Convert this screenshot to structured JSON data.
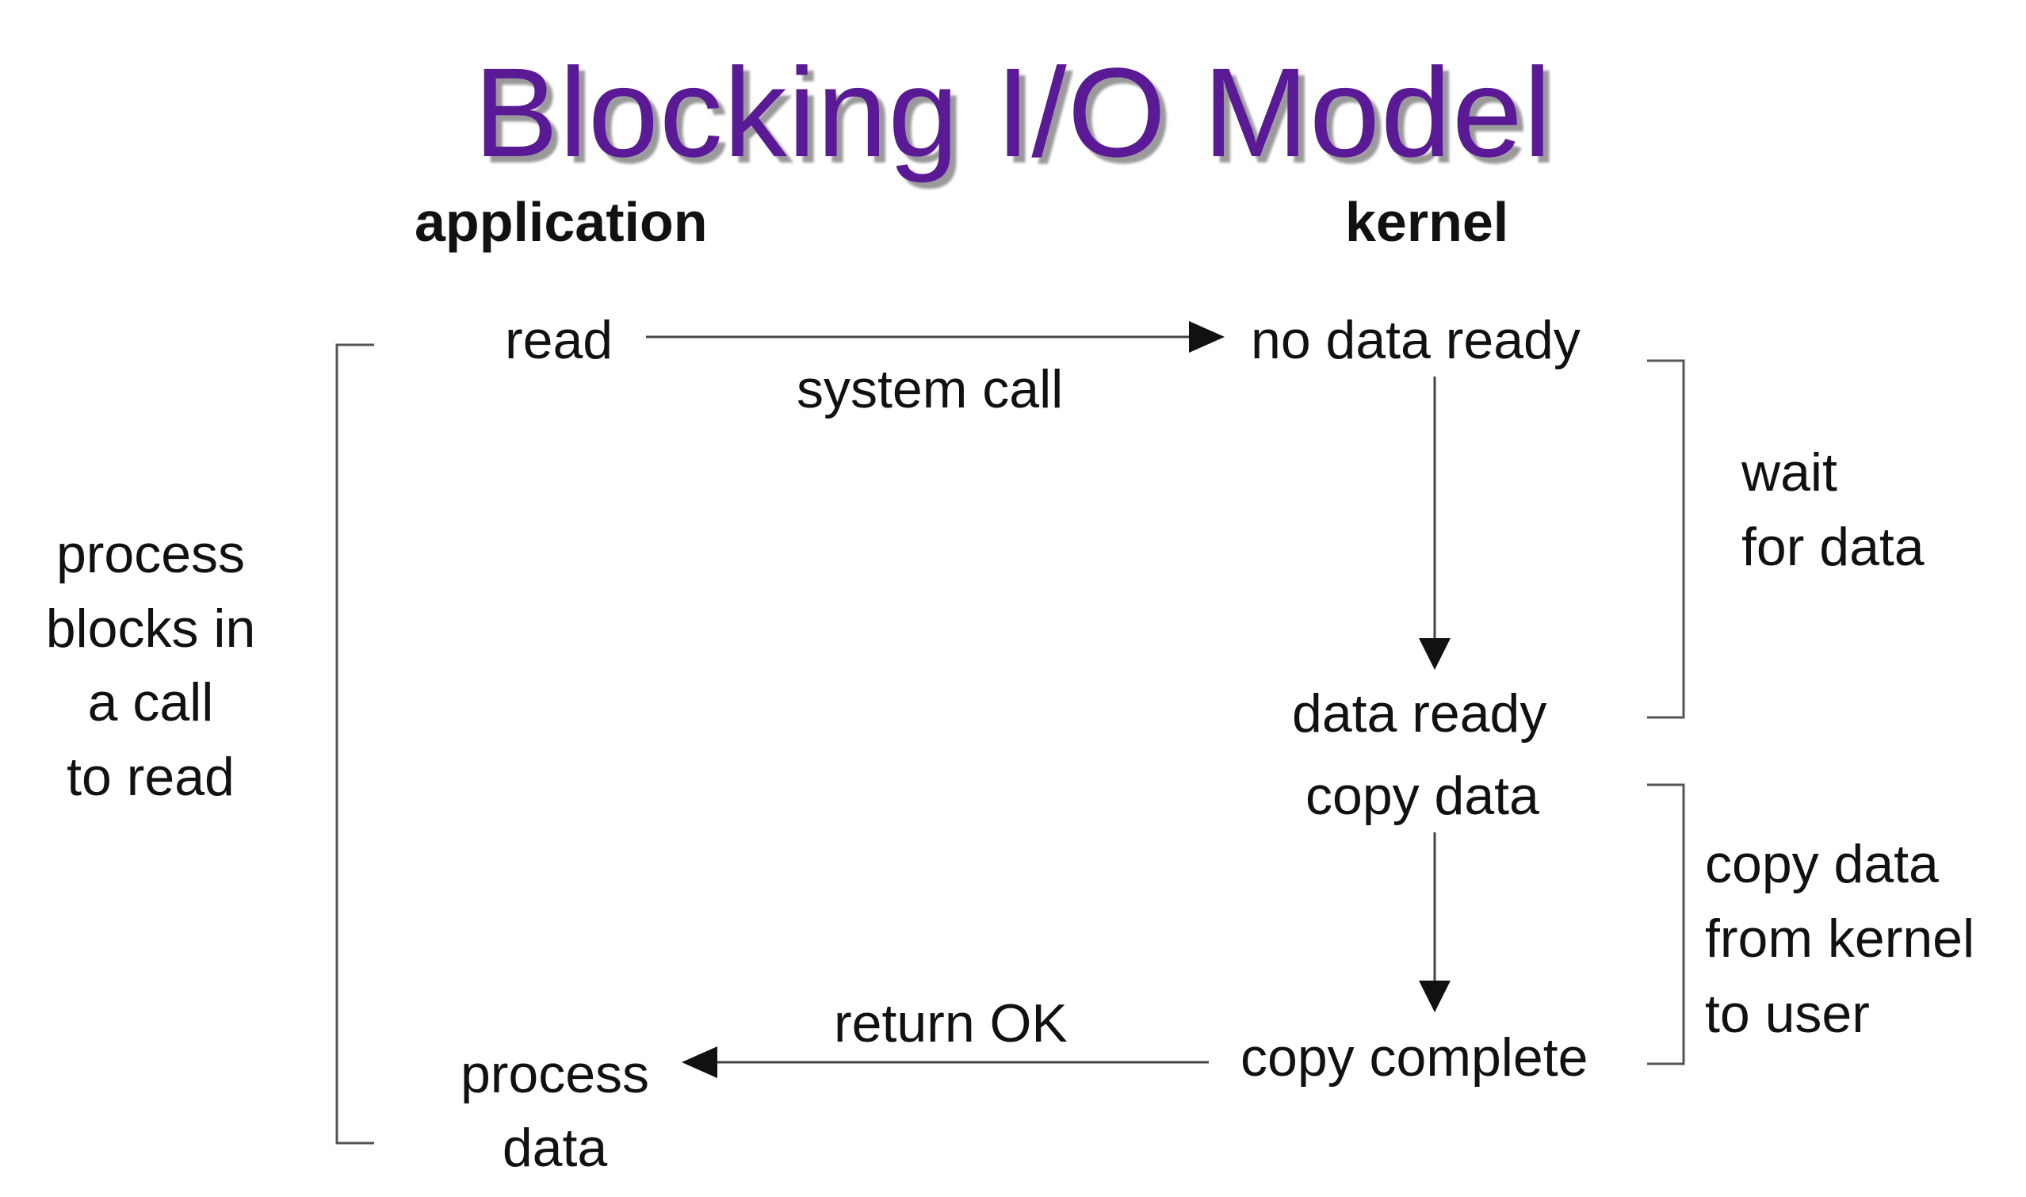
{
  "title": "Blocking I/O Model",
  "columns": {
    "application": "application",
    "kernel": "kernel"
  },
  "labels": {
    "read": "read",
    "system_call": "system call",
    "no_data_ready": "no data ready",
    "data_ready": "data ready",
    "copy_data": "copy data",
    "copy_complete": "copy complete",
    "return_ok": "return OK",
    "process_data_1": "process",
    "process_data_2": "data",
    "left_note": [
      "process",
      "blocks in",
      "a call",
      "to read"
    ],
    "wait_note": [
      "wait",
      "for data"
    ],
    "copy_note": [
      "copy data",
      "from kernel",
      "to user"
    ]
  },
  "colors": {
    "title": "#5a1a96",
    "text": "#111111",
    "lines": "#444444"
  }
}
